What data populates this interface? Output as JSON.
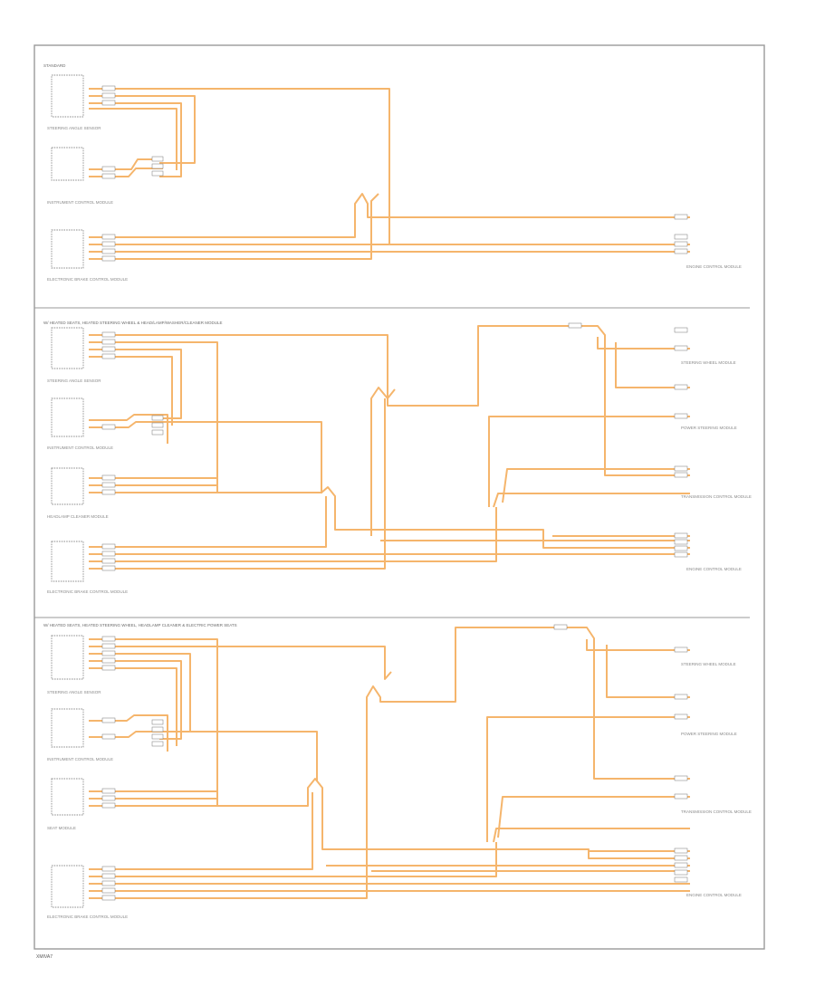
{
  "diagram": {
    "section_titles": [
      "STANDARD",
      "W/ HEATED SEATS, HEATED STEERING WHEEL & HEAD/LAMP/WASHER/CLEANER MODULE",
      "W/ HEATED SEATS, HEATED STEERING WHEEL, HEADLAMP CLEANER & ELECTRIC POWER SEATS"
    ],
    "component_labels": [
      "STEERING ANGLE SENSOR",
      "INSTRUMENT CONTROL MODULE",
      "ELECTRONIC BRAKE CONTROL MODULE",
      "ENGINE CONTROL MODULE",
      "STEERING WHEEL MODULE",
      "HEADLAMP CLEANER MODULE",
      "SEAT MODULE",
      "POWER STEERING MODULE",
      "TRANSMISSION CONTROL MODULE"
    ],
    "footer": "XMIVA7"
  }
}
